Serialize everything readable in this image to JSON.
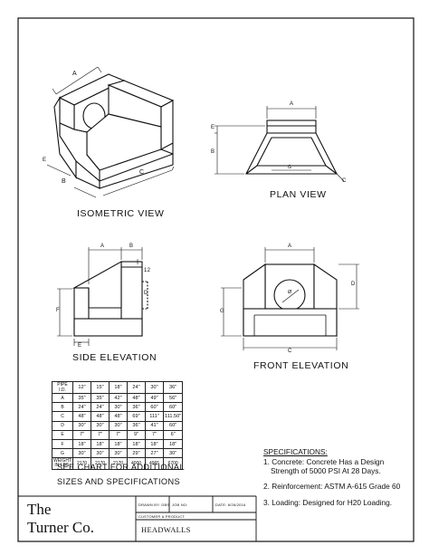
{
  "views": {
    "isometric": "ISOMETRIC VIEW",
    "plan": "PLAN VIEW",
    "side": "SIDE ELEVATION",
    "front": "FRONT ELEVATION"
  },
  "dims": {
    "A": "A",
    "B": "B",
    "C": "C",
    "D": "D",
    "E": "E",
    "F": "F",
    "G": "G",
    "twelve": "12",
    "phi": "Ø"
  },
  "table": {
    "headers": [
      "PIPE I.D.",
      "12\"",
      "15\"",
      "18\"",
      "24\"",
      "30\"",
      "36\""
    ],
    "rows": [
      [
        "A",
        "35\"",
        "35\"",
        "42\"",
        "48\"",
        "49\"",
        "56\""
      ],
      [
        "B",
        "24\"",
        "24\"",
        "30\"",
        "36\"",
        "60\"",
        "60\""
      ],
      [
        "C",
        "48\"",
        "48\"",
        "48\"",
        "69\"",
        "111\"",
        "111.50\""
      ],
      [
        "D",
        "30\"",
        "30\"",
        "30\"",
        "36\"",
        "41\"",
        "60\""
      ],
      [
        "E",
        "7\"",
        "7\"",
        "7\"",
        "9\"",
        "7\"",
        "6\""
      ],
      [
        "F",
        "18\"",
        "18\"",
        "18\"",
        "18\"",
        "18\"",
        "18\""
      ],
      [
        "G",
        "30\"",
        "30\"",
        "30\"",
        "29\"",
        "27\"",
        "30\""
      ]
    ],
    "weight": [
      "WEIGHT IN LBS.",
      "2170",
      "2170",
      "2170",
      "4000",
      "4965",
      "6700"
    ]
  },
  "note": {
    "line1": "SEE CHART FOR ADDITIONAL",
    "line2": "SIZES AND SPECIFICATIONS"
  },
  "specs": {
    "title": "SPECIFICATIONS:",
    "item1a": "1. Concrete: Concrete Has a Design",
    "item1b": "Strength of 5000 PSI At 28 Days.",
    "item2": "2. Reinforcement: ASTM A-615 Grade 60",
    "item3": "3. Loading: Designed for H20 Loading."
  },
  "titleblock": {
    "company_line1": "The",
    "company_line2": "Turner Co.",
    "drawn_by": "DRAWN BY: DBS",
    "job_no": "JOB NO:",
    "date": "DATE: 8/26/2016",
    "customer": "CUSTOMER & PRODUCT",
    "product": "HEADWALLS"
  }
}
